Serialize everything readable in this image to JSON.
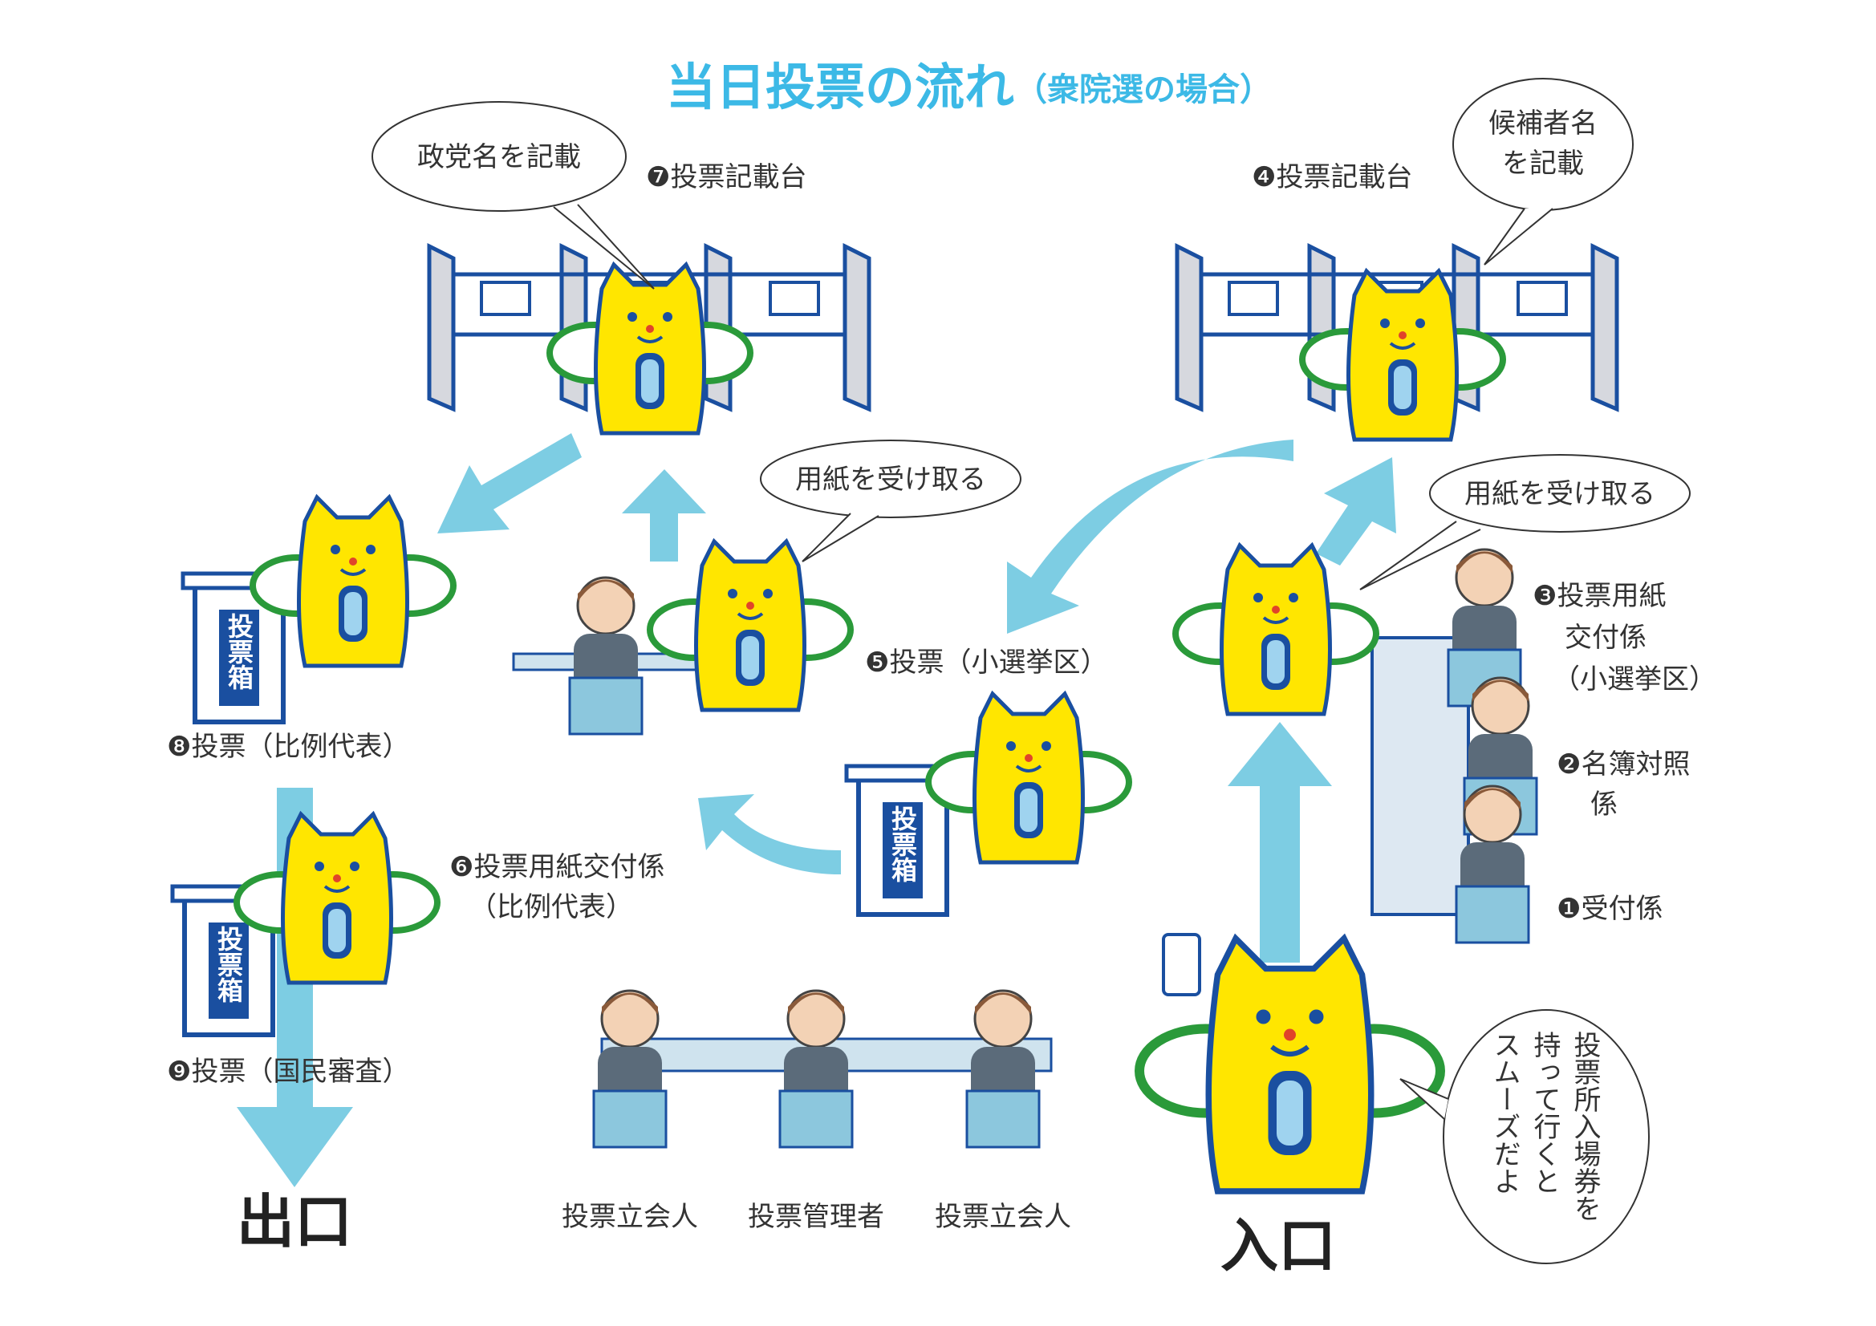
{
  "title": {
    "main": "当日投票の流れ",
    "sub": "（衆院選の場合）"
  },
  "colors": {
    "title": "#3cb9e6",
    "arrow": "#7dcde3",
    "mascot_body": "#ffe600",
    "mascot_outline": "#1a4fa0",
    "mascot_wings": "#2a9a3a",
    "booth": "#1a4fa0"
  },
  "steps": {
    "s1": "❶受付係",
    "s2a": "❷名簿対照",
    "s2b": "係",
    "s3a": "❸投票用紙",
    "s3b": "交付係",
    "s3c": "（小選挙区）",
    "s4": "❹投票記載台",
    "s5": "❺投票（小選挙区）",
    "s6a": "❻投票用紙交付係",
    "s6b": "（比例代表）",
    "s7": "❼投票記載台",
    "s8": "❽投票（比例代表）",
    "s9": "❾投票（国民審査）"
  },
  "bubbles": {
    "party": "政党名を記載",
    "candidate_1": "候補者名",
    "candidate_2": "を記載",
    "receive_left": "用紙を受け取る",
    "receive_right": "用紙を受け取る",
    "ticket_col1": "投票所入場券を",
    "ticket_col2": "持って行くと",
    "ticket_col3": "スムーズだよ"
  },
  "officials": [
    "投票立会人",
    "投票管理者",
    "投票立会人"
  ],
  "exit": "出口",
  "entrance": "入口",
  "ballot_box_label": "投票箱"
}
